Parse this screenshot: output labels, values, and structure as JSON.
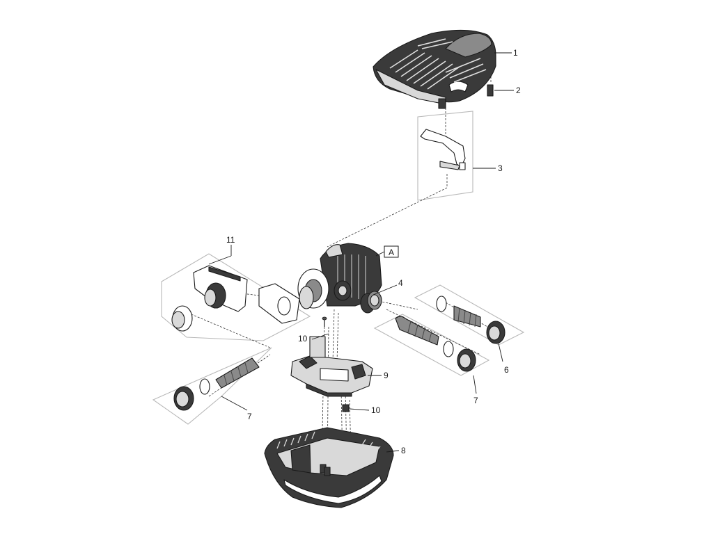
{
  "callouts": {
    "p1": "1",
    "p2": "2",
    "p3": "3",
    "p4": "4",
    "p6": "6",
    "p7_right": "7",
    "p7_left": "7",
    "p8": "8",
    "p9": "9",
    "p10_top": "10",
    "p10_bottom": "10",
    "p11": "11",
    "boxA": "A"
  },
  "colors": {
    "line": "#1a1a1a",
    "fill_dark": "#3a3a3a",
    "fill_mid": "#8a8a8a",
    "fill_light": "#d9d9d9",
    "panel_outline": "#b8b8b8"
  }
}
